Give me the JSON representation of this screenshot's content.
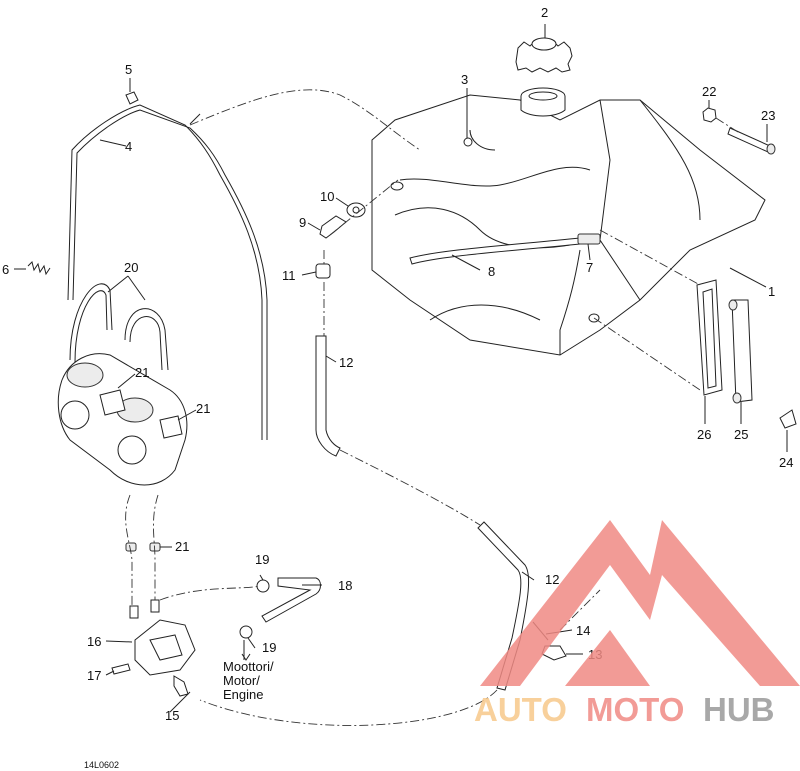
{
  "labels": [
    {
      "id": "1",
      "text": "1"
    },
    {
      "id": "2",
      "text": "2"
    },
    {
      "id": "3",
      "text": "3"
    },
    {
      "id": "4",
      "text": "4"
    },
    {
      "id": "5",
      "text": "5"
    },
    {
      "id": "6",
      "text": "6"
    },
    {
      "id": "7",
      "text": "7"
    },
    {
      "id": "8",
      "text": "8"
    },
    {
      "id": "9",
      "text": "9"
    },
    {
      "id": "10",
      "text": "10"
    },
    {
      "id": "11",
      "text": "11"
    },
    {
      "id": "12a",
      "text": "12"
    },
    {
      "id": "12b",
      "text": "12"
    },
    {
      "id": "13",
      "text": "13"
    },
    {
      "id": "14",
      "text": "14"
    },
    {
      "id": "15",
      "text": "15"
    },
    {
      "id": "16",
      "text": "16"
    },
    {
      "id": "17",
      "text": "17"
    },
    {
      "id": "18",
      "text": "18"
    },
    {
      "id": "19a",
      "text": "19"
    },
    {
      "id": "19b",
      "text": "19"
    },
    {
      "id": "20",
      "text": "20"
    },
    {
      "id": "21a",
      "text": "21"
    },
    {
      "id": "21b",
      "text": "21"
    },
    {
      "id": "21c",
      "text": "21"
    },
    {
      "id": "22",
      "text": "22"
    },
    {
      "id": "23",
      "text": "23"
    },
    {
      "id": "24",
      "text": "24"
    },
    {
      "id": "25",
      "text": "25"
    },
    {
      "id": "26",
      "text": "26"
    }
  ],
  "engine_label": [
    "Moottori/",
    "Motor/",
    "Engine"
  ],
  "figure_code": "14L0602",
  "watermark": {
    "word_part1": "AUTO",
    "word_part2": "MOTO",
    "word_part3": "HUB",
    "color_red": "#f08a84",
    "color_orange": "#f7c88a",
    "color_gray": "#9a9a9a"
  }
}
